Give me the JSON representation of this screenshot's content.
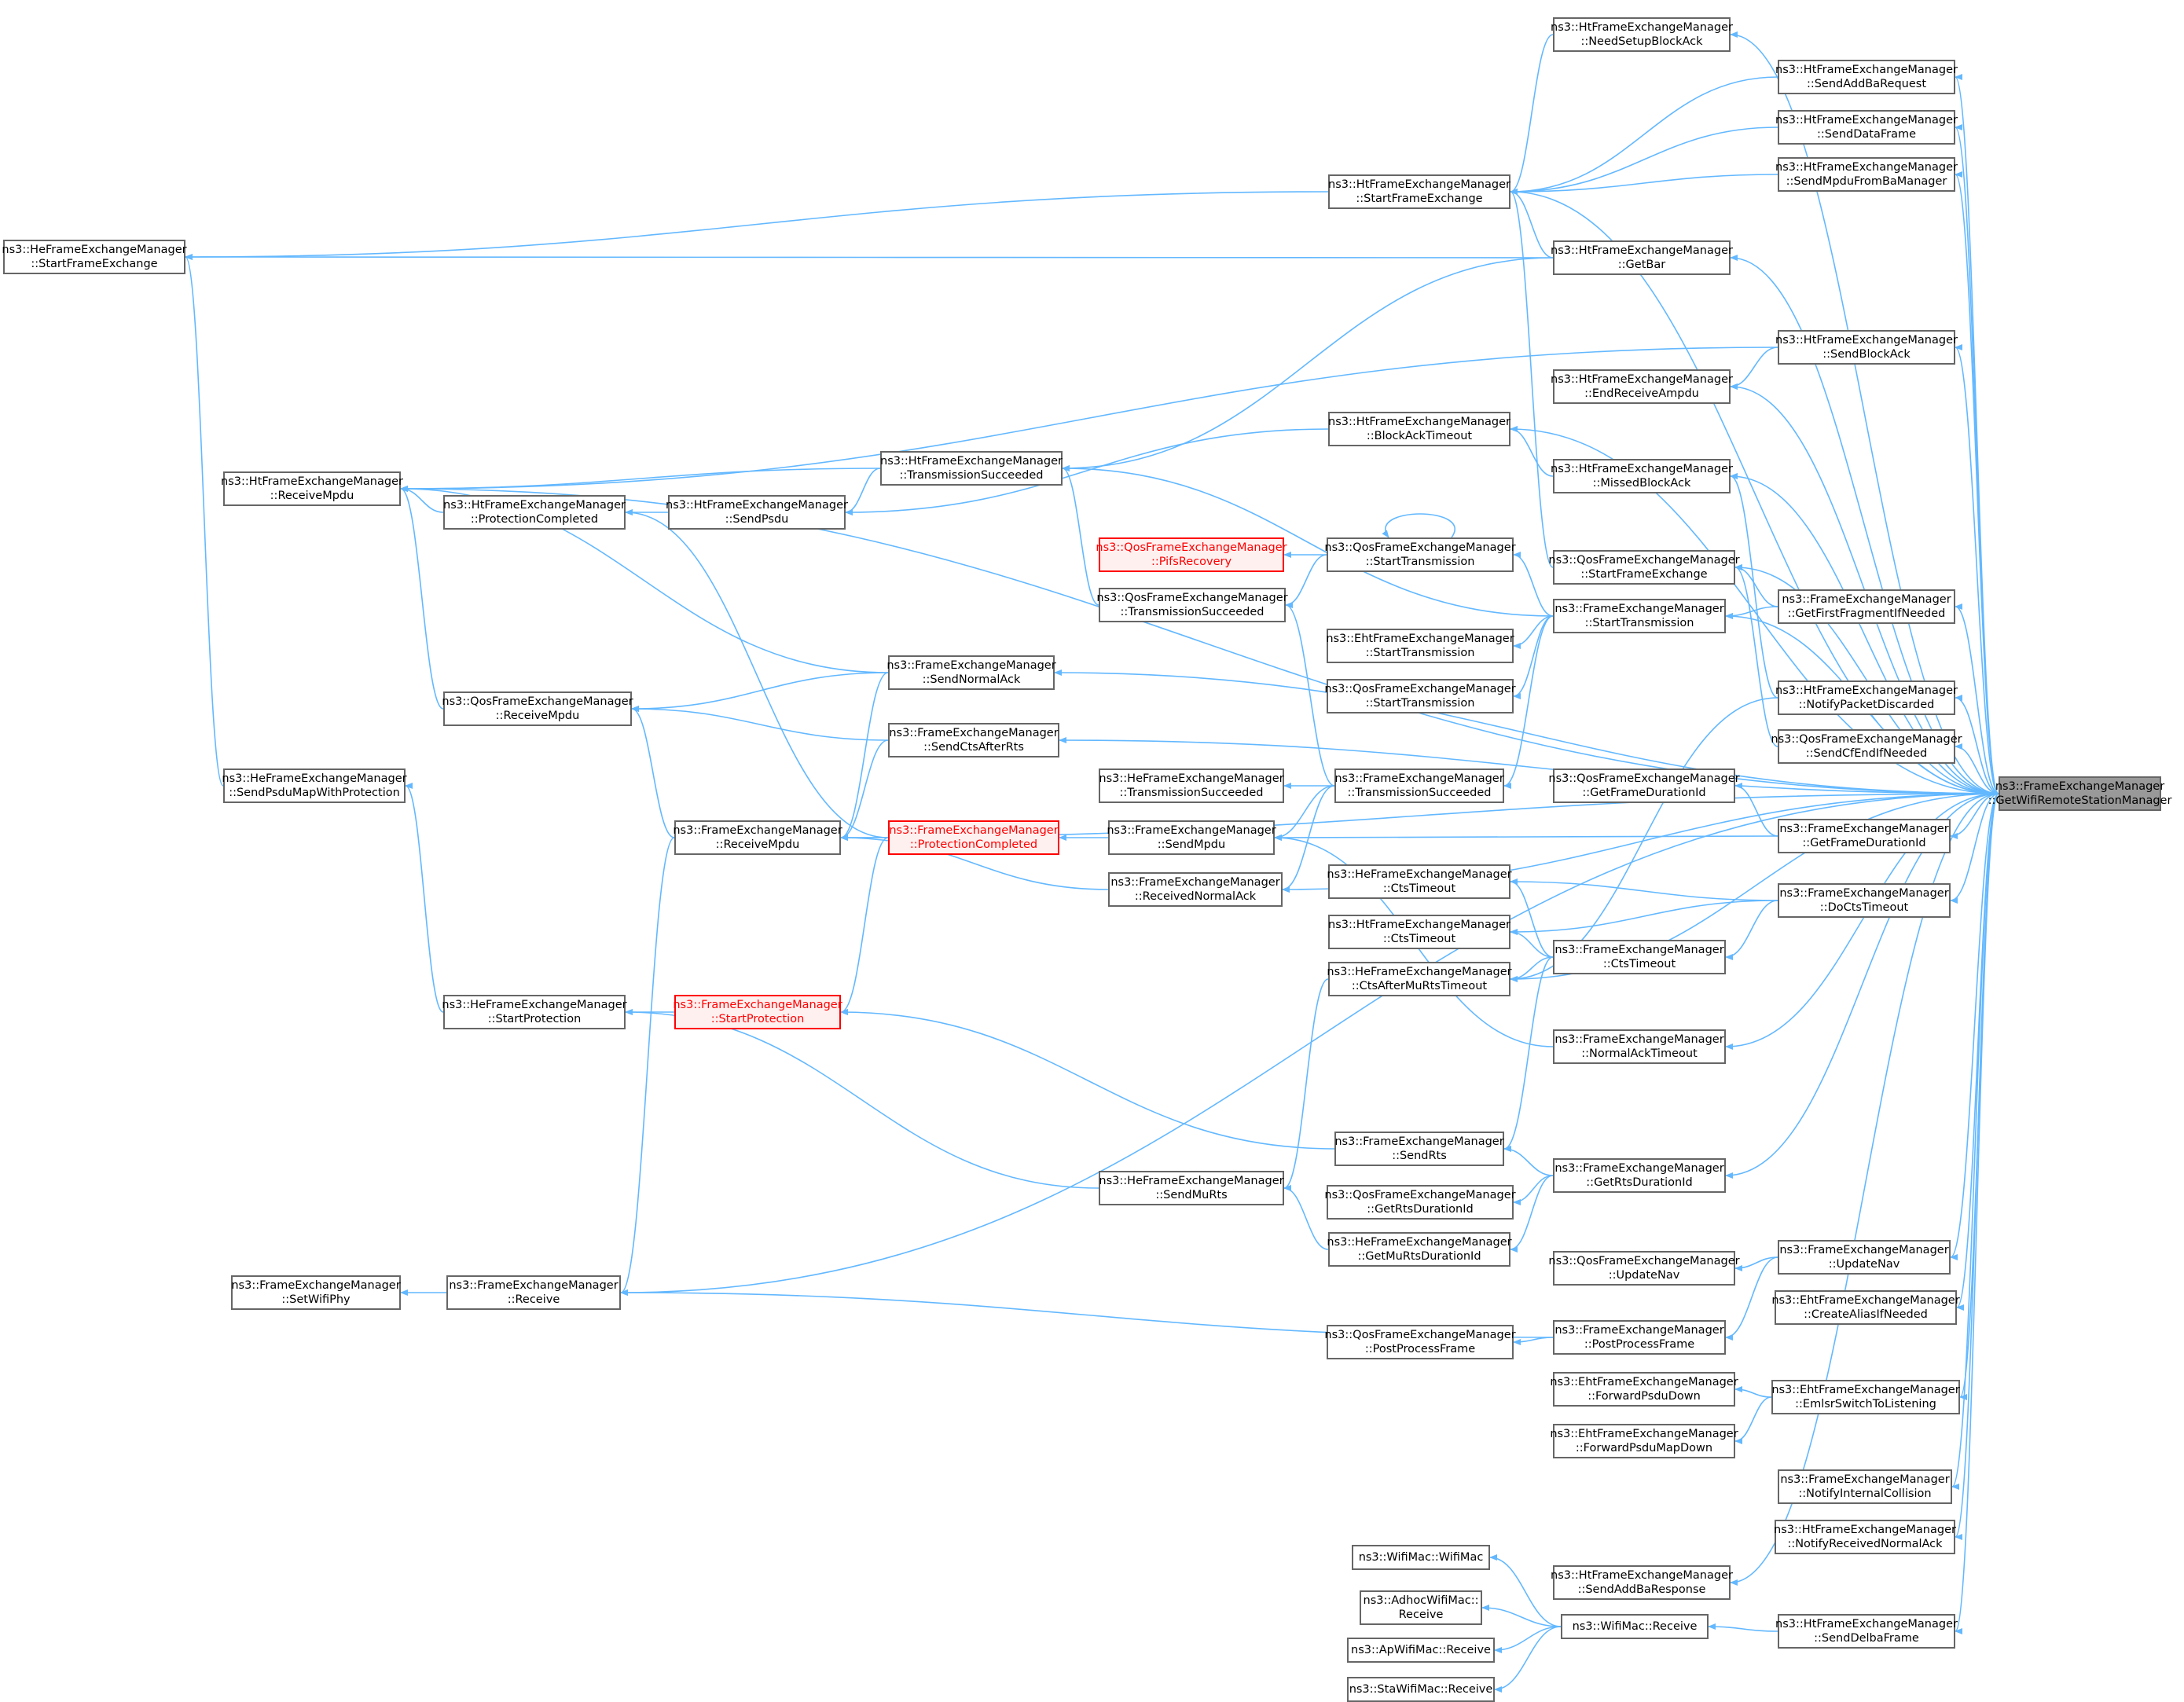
{
  "diagram": {
    "edge_color": "#63b8ff",
    "highlight_color": "#ff0000",
    "focus_color": "#999999",
    "nodes": [
      {
        "id": "getwifi",
        "l1": "ns3::FrameExchangeManager",
        "l2": "::GetWifiRemoteStationManager",
        "style": "focus"
      },
      {
        "id": "he_start_fe",
        "l1": "ns3::HeFrameExchangeManager",
        "l2": "::StartFrameExchange"
      },
      {
        "id": "he_send_psdu_map",
        "l1": "ns3::HeFrameExchangeManager",
        "l2": "::SendPsduMapWithProtection"
      },
      {
        "id": "fem_setwifiphy",
        "l1": "ns3::FrameExchangeManager",
        "l2": "::SetWifiPhy"
      },
      {
        "id": "ht_receive_mpdu",
        "l1": "ns3::HtFrameExchangeManager",
        "l2": "::ReceiveMpdu"
      },
      {
        "id": "ht_prot_completed",
        "l1": "ns3::HtFrameExchangeManager",
        "l2": "::ProtectionCompleted"
      },
      {
        "id": "qos_receive_mpdu",
        "l1": "ns3::QosFrameExchangeManager",
        "l2": "::ReceiveMpdu"
      },
      {
        "id": "he_start_prot",
        "l1": "ns3::HeFrameExchangeManager",
        "l2": "::StartProtection"
      },
      {
        "id": "fem_receive",
        "l1": "ns3::FrameExchangeManager",
        "l2": "::Receive"
      },
      {
        "id": "ht_send_psdu",
        "l1": "ns3::HtFrameExchangeManager",
        "l2": "::SendPsdu"
      },
      {
        "id": "fem_receive_mpdu",
        "l1": "ns3::FrameExchangeManager",
        "l2": "::ReceiveMpdu"
      },
      {
        "id": "fem_start_prot",
        "l1": "ns3::FrameExchangeManager",
        "l2": "::StartProtection",
        "style": "hl"
      },
      {
        "id": "ht_trans_succ",
        "l1": "ns3::HtFrameExchangeManager",
        "l2": "::TransmissionSucceeded"
      },
      {
        "id": "qos_trans_succ",
        "l1": "ns3::QosFrameExchangeManager",
        "l2": "::TransmissionSucceeded"
      },
      {
        "id": "fem_send_normal_ack",
        "l1": "ns3::FrameExchangeManager",
        "l2": "::SendNormalAck"
      },
      {
        "id": "fem_send_cts_after_rts",
        "l1": "ns3::FrameExchangeManager",
        "l2": "::SendCtsAfterRts"
      },
      {
        "id": "fem_prot_completed",
        "l1": "ns3::FrameExchangeManager",
        "l2": "::ProtectionCompleted",
        "style": "hl"
      },
      {
        "id": "he_trans_succ",
        "l1": "ns3::HeFrameExchangeManager",
        "l2": "::TransmissionSucceeded"
      },
      {
        "id": "fem_send_mpdu",
        "l1": "ns3::FrameExchangeManager",
        "l2": "::SendMpdu"
      },
      {
        "id": "fem_received_normal_ack",
        "l1": "ns3::FrameExchangeManager",
        "l2": "::ReceivedNormalAck"
      },
      {
        "id": "he_send_mu_rts",
        "l1": "ns3::HeFrameExchangeManager",
        "l2": "::SendMuRts"
      },
      {
        "id": "qos_pifs",
        "l1": "ns3::QosFrameExchangeManager",
        "l2": "::PifsRecovery",
        "style": "hl"
      },
      {
        "id": "ht_start_fe",
        "l1": "ns3::HtFrameExchangeManager",
        "l2": "::StartFrameExchange"
      },
      {
        "id": "ht_block_ack_timeout",
        "l1": "ns3::HtFrameExchangeManager",
        "l2": "::BlockAckTimeout"
      },
      {
        "id": "qos_start_trans",
        "l1": "ns3::QosFrameExchangeManager",
        "l2": "::StartTransmission"
      },
      {
        "id": "eht_start_trans",
        "l1": "ns3::EhtFrameExchangeManager",
        "l2": "::StartTransmission"
      },
      {
        "id": "qos_start_trans2",
        "l1": "ns3::QosFrameExchangeManager",
        "l2": "::StartTransmission"
      },
      {
        "id": "fem_trans_succ",
        "l1": "ns3::FrameExchangeManager",
        "l2": "::TransmissionSucceeded"
      },
      {
        "id": "he_cts_timeout",
        "l1": "ns3::HeFrameExchangeManager",
        "l2": "::CtsTimeout"
      },
      {
        "id": "ht_cts_timeout",
        "l1": "ns3::HtFrameExchangeManager",
        "l2": "::CtsTimeout"
      },
      {
        "id": "he_cts_after_mu_rts",
        "l1": "ns3::HeFrameExchangeManager",
        "l2": "::CtsAfterMuRtsTimeout"
      },
      {
        "id": "fem_send_rts",
        "l1": "ns3::FrameExchangeManager",
        "l2": "::SendRts"
      },
      {
        "id": "qos_get_rts_dur",
        "l1": "ns3::QosFrameExchangeManager",
        "l2": "::GetRtsDurationId"
      },
      {
        "id": "he_get_mu_rts_dur",
        "l1": "ns3::HeFrameExchangeManager",
        "l2": "::GetMuRtsDurationId"
      },
      {
        "id": "qos_post_process",
        "l1": "ns3::QosFrameExchangeManager",
        "l2": "::PostProcessFrame"
      },
      {
        "id": "wifimac_wifimac",
        "l1": "ns3::WifiMac::WifiMac",
        "l2": ""
      },
      {
        "id": "adhoc_receive",
        "l1": "ns3::AdhocWifiMac::",
        "l2": "Receive"
      },
      {
        "id": "ap_receive",
        "l1": "ns3::ApWifiMac::Receive",
        "l2": ""
      },
      {
        "id": "sta_receive",
        "l1": "ns3::StaWifiMac::Receive",
        "l2": ""
      },
      {
        "id": "ht_need_setup",
        "l1": "ns3::HtFrameExchangeManager",
        "l2": "::NeedSetupBlockAck"
      },
      {
        "id": "ht_get_bar",
        "l1": "ns3::HtFrameExchangeManager",
        "l2": "::GetBar"
      },
      {
        "id": "ht_end_receive_ampdu",
        "l1": "ns3::HtFrameExchangeManager",
        "l2": "::EndReceiveAmpdu"
      },
      {
        "id": "ht_missed_block_ack",
        "l1": "ns3::HtFrameExchangeManager",
        "l2": "::MissedBlockAck"
      },
      {
        "id": "qos_start_fe",
        "l1": "ns3::QosFrameExchangeManager",
        "l2": "::StartFrameExchange"
      },
      {
        "id": "fem_start_trans",
        "l1": "ns3::FrameExchangeManager",
        "l2": "::StartTransmission"
      },
      {
        "id": "qos_get_frame_dur",
        "l1": "ns3::QosFrameExchangeManager",
        "l2": "::GetFrameDurationId"
      },
      {
        "id": "fem_cts_timeout",
        "l1": "ns3::FrameExchangeManager",
        "l2": "::CtsTimeout"
      },
      {
        "id": "fem_normal_ack_timeout",
        "l1": "ns3::FrameExchangeManager",
        "l2": "::NormalAckTimeout"
      },
      {
        "id": "fem_get_rts_dur",
        "l1": "ns3::FrameExchangeManager",
        "l2": "::GetRtsDurationId"
      },
      {
        "id": "qos_update_nav",
        "l1": "ns3::QosFrameExchangeManager",
        "l2": "::UpdateNav"
      },
      {
        "id": "fem_post_process",
        "l1": "ns3::FrameExchangeManager",
        "l2": "::PostProcessFrame"
      },
      {
        "id": "eht_fwd_psdu_down",
        "l1": "ns3::EhtFrameExchangeManager",
        "l2": "::ForwardPsduDown"
      },
      {
        "id": "eht_fwd_psdu_map_down",
        "l1": "ns3::EhtFrameExchangeManager",
        "l2": "::ForwardPsduMapDown"
      },
      {
        "id": "ht_send_addba_resp",
        "l1": "ns3::HtFrameExchangeManager",
        "l2": "::SendAddBaResponse"
      },
      {
        "id": "wifimac_receive",
        "l1": "ns3::WifiMac::Receive",
        "l2": ""
      },
      {
        "id": "ht_send_addba_req",
        "l1": "ns3::HtFrameExchangeManager",
        "l2": "::SendAddBaRequest"
      },
      {
        "id": "ht_send_data_frame",
        "l1": "ns3::HtFrameExchangeManager",
        "l2": "::SendDataFrame"
      },
      {
        "id": "ht_send_mpdu_from_ba",
        "l1": "ns3::HtFrameExchangeManager",
        "l2": "::SendMpduFromBaManager"
      },
      {
        "id": "ht_send_block_ack",
        "l1": "ns3::HtFrameExchangeManager",
        "l2": "::SendBlockAck"
      },
      {
        "id": "fem_get_first_frag",
        "l1": "ns3::FrameExchangeManager",
        "l2": "::GetFirstFragmentIfNeeded"
      },
      {
        "id": "ht_notify_discarded",
        "l1": "ns3::HtFrameExchangeManager",
        "l2": "::NotifyPacketDiscarded"
      },
      {
        "id": "qos_send_cf_end",
        "l1": "ns3::QosFrameExchangeManager",
        "l2": "::SendCfEndIfNeeded"
      },
      {
        "id": "fem_get_frame_dur",
        "l1": "ns3::FrameExchangeManager",
        "l2": "::GetFrameDurationId"
      },
      {
        "id": "fem_do_cts_timeout",
        "l1": "ns3::FrameExchangeManager",
        "l2": "::DoCtsTimeout"
      },
      {
        "id": "fem_update_nav",
        "l1": "ns3::FrameExchangeManager",
        "l2": "::UpdateNav"
      },
      {
        "id": "eht_create_alias",
        "l1": "ns3::EhtFrameExchangeManager",
        "l2": "::CreateAliasIfNeeded"
      },
      {
        "id": "eht_emlsr_switch",
        "l1": "ns3::EhtFrameExchangeManager",
        "l2": "::EmlsrSwitchToListening"
      },
      {
        "id": "fem_notify_internal",
        "l1": "ns3::FrameExchangeManager",
        "l2": "::NotifyInternalCollision"
      },
      {
        "id": "ht_notify_received_ack",
        "l1": "ns3::HtFrameExchangeManager",
        "l2": "::NotifyReceivedNormalAck"
      },
      {
        "id": "ht_send_delba",
        "l1": "ns3::HtFrameExchangeManager",
        "l2": "::SendDelbaFrame"
      }
    ],
    "edges": [
      [
        "he_start_fe",
        "ht_start_fe"
      ],
      [
        "he_start_fe",
        "ht_get_bar"
      ],
      [
        "he_start_fe",
        "he_send_psdu_map"
      ],
      [
        "he_send_psdu_map",
        "he_start_prot"
      ],
      [
        "fem_setwifiphy",
        "fem_receive"
      ],
      [
        "ht_receive_mpdu",
        "ht_prot_completed"
      ],
      [
        "ht_receive_mpdu",
        "ht_trans_succ"
      ],
      [
        "ht_receive_mpdu",
        "fem_send_normal_ack"
      ],
      [
        "ht_receive_mpdu",
        "ht_send_block_ack"
      ],
      [
        "ht_receive_mpdu",
        "getwifi"
      ],
      [
        "ht_receive_mpdu",
        "qos_receive_mpdu"
      ],
      [
        "ht_prot_completed",
        "ht_send_psdu"
      ],
      [
        "ht_prot_completed",
        "fem_prot_completed"
      ],
      [
        "qos_receive_mpdu",
        "fem_send_normal_ack"
      ],
      [
        "qos_receive_mpdu",
        "fem_send_cts_after_rts"
      ],
      [
        "qos_receive_mpdu",
        "fem_receive_mpdu"
      ],
      [
        "he_start_prot",
        "fem_start_prot"
      ],
      [
        "he_start_prot",
        "he_send_mu_rts"
      ],
      [
        "fem_receive",
        "fem_receive_mpdu"
      ],
      [
        "fem_receive",
        "fem_post_process"
      ],
      [
        "fem_receive",
        "getwifi"
      ],
      [
        "ht_send_psdu",
        "ht_trans_succ"
      ],
      [
        "ht_send_psdu",
        "ht_block_ack_timeout"
      ],
      [
        "fem_receive_mpdu",
        "fem_send_normal_ack"
      ],
      [
        "fem_receive_mpdu",
        "fem_send_cts_after_rts"
      ],
      [
        "fem_receive_mpdu",
        "fem_prot_completed"
      ],
      [
        "fem_receive_mpdu",
        "fem_received_normal_ack"
      ],
      [
        "fem_receive_mpdu",
        "getwifi"
      ],
      [
        "fem_start_prot",
        "fem_prot_completed"
      ],
      [
        "fem_start_prot",
        "fem_send_rts"
      ],
      [
        "ht_trans_succ",
        "ht_get_bar"
      ],
      [
        "ht_trans_succ",
        "qos_trans_succ"
      ],
      [
        "ht_trans_succ",
        "fem_start_trans"
      ],
      [
        "qos_trans_succ",
        "qos_start_trans"
      ],
      [
        "qos_trans_succ",
        "fem_trans_succ"
      ],
      [
        "fem_send_normal_ack",
        "getwifi"
      ],
      [
        "fem_send_cts_after_rts",
        "getwifi"
      ],
      [
        "fem_prot_completed",
        "fem_send_mpdu"
      ],
      [
        "he_trans_succ",
        "fem_trans_succ"
      ],
      [
        "fem_send_mpdu",
        "fem_trans_succ"
      ],
      [
        "fem_send_mpdu",
        "fem_get_frame_dur"
      ],
      [
        "fem_send_mpdu",
        "fem_normal_ack_timeout"
      ],
      [
        "fem_received_normal_ack",
        "fem_trans_succ"
      ],
      [
        "fem_received_normal_ack",
        "getwifi"
      ],
      [
        "he_send_mu_rts",
        "he_cts_after_mu_rts"
      ],
      [
        "he_send_mu_rts",
        "he_get_mu_rts_dur"
      ],
      [
        "qos_pifs",
        "qos_start_trans"
      ],
      [
        "qos_start_trans",
        "qos_start_trans"
      ],
      [
        "qos_start_trans",
        "fem_start_trans"
      ],
      [
        "ht_start_fe",
        "ht_need_setup"
      ],
      [
        "ht_start_fe",
        "ht_send_addba_req"
      ],
      [
        "ht_start_fe",
        "ht_send_data_frame"
      ],
      [
        "ht_start_fe",
        "ht_send_mpdu_from_ba"
      ],
      [
        "ht_start_fe",
        "ht_get_bar"
      ],
      [
        "ht_start_fe",
        "qos_start_fe"
      ],
      [
        "ht_start_fe",
        "getwifi"
      ],
      [
        "ht_block_ack_timeout",
        "ht_missed_block_ack"
      ],
      [
        "ht_block_ack_timeout",
        "getwifi"
      ],
      [
        "eht_start_trans",
        "fem_start_trans"
      ],
      [
        "qos_start_trans2",
        "fem_start_trans"
      ],
      [
        "fem_trans_succ",
        "fem_start_trans"
      ],
      [
        "he_cts_timeout",
        "fem_cts_timeout"
      ],
      [
        "he_cts_timeout",
        "fem_do_cts_timeout"
      ],
      [
        "ht_cts_timeout",
        "fem_cts_timeout"
      ],
      [
        "ht_cts_timeout",
        "fem_do_cts_timeout"
      ],
      [
        "he_cts_after_mu_rts",
        "fem_cts_timeout"
      ],
      [
        "he_cts_after_mu_rts",
        "ht_notify_discarded"
      ],
      [
        "he_cts_after_mu_rts",
        "getwifi"
      ],
      [
        "fem_send_rts",
        "fem_cts_timeout"
      ],
      [
        "fem_send_rts",
        "fem_get_rts_dur"
      ],
      [
        "qos_get_rts_dur",
        "fem_get_rts_dur"
      ],
      [
        "he_get_mu_rts_dur",
        "fem_get_rts_dur"
      ],
      [
        "qos_post_process",
        "fem_post_process"
      ],
      [
        "wifimac_wifimac",
        "wifimac_receive"
      ],
      [
        "adhoc_receive",
        "wifimac_receive"
      ],
      [
        "ap_receive",
        "wifimac_receive"
      ],
      [
        "sta_receive",
        "wifimac_receive"
      ],
      [
        "ht_need_setup",
        "getwifi"
      ],
      [
        "ht_get_bar",
        "getwifi"
      ],
      [
        "ht_end_receive_ampdu",
        "ht_send_block_ack"
      ],
      [
        "ht_end_receive_ampdu",
        "getwifi"
      ],
      [
        "ht_missed_block_ack",
        "ht_notify_discarded"
      ],
      [
        "ht_missed_block_ack",
        "getwifi"
      ],
      [
        "qos_start_fe",
        "fem_get_first_frag"
      ],
      [
        "qos_start_fe",
        "qos_send_cf_end"
      ],
      [
        "qos_start_fe",
        "getwifi"
      ],
      [
        "fem_start_trans",
        "fem_get_first_frag"
      ],
      [
        "fem_start_trans",
        "getwifi"
      ],
      [
        "qos_get_frame_dur",
        "fem_get_frame_dur"
      ],
      [
        "fem_cts_timeout",
        "fem_do_cts_timeout"
      ],
      [
        "fem_normal_ack_timeout",
        "getwifi"
      ],
      [
        "fem_get_rts_dur",
        "getwifi"
      ],
      [
        "qos_update_nav",
        "fem_update_nav"
      ],
      [
        "fem_post_process",
        "fem_update_nav"
      ],
      [
        "eht_fwd_psdu_down",
        "eht_emlsr_switch"
      ],
      [
        "eht_fwd_psdu_map_down",
        "eht_emlsr_switch"
      ],
      [
        "ht_send_addba_resp",
        "getwifi"
      ],
      [
        "wifimac_receive",
        "ht_send_delba"
      ],
      [
        "ht_send_addba_req",
        "getwifi"
      ],
      [
        "ht_send_data_frame",
        "getwifi"
      ],
      [
        "ht_send_mpdu_from_ba",
        "getwifi"
      ],
      [
        "ht_send_block_ack",
        "getwifi"
      ],
      [
        "fem_get_first_frag",
        "getwifi"
      ],
      [
        "ht_notify_discarded",
        "getwifi"
      ],
      [
        "qos_send_cf_end",
        "getwifi"
      ],
      [
        "fem_get_frame_dur",
        "getwifi"
      ],
      [
        "fem_do_cts_timeout",
        "getwifi"
      ],
      [
        "fem_update_nav",
        "getwifi"
      ],
      [
        "eht_create_alias",
        "getwifi"
      ],
      [
        "eht_emlsr_switch",
        "getwifi"
      ],
      [
        "fem_notify_internal",
        "getwifi"
      ],
      [
        "ht_notify_received_ack",
        "getwifi"
      ],
      [
        "ht_send_delba",
        "getwifi"
      ]
    ]
  }
}
